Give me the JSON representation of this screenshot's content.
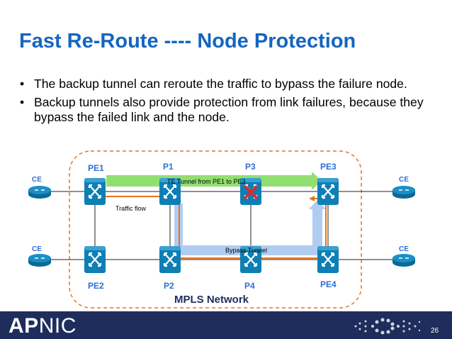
{
  "slide": {
    "title": "Fast Re-Route ---- Node Protection",
    "bullets": [
      "The backup tunnel can reroute the traffic to bypass the failure node.",
      "Backup tunnels also provide protection from link failures, because they bypass the failed link and the node."
    ]
  },
  "diagram": {
    "nodes": {
      "pe1": "PE1",
      "p1": "P1",
      "p3": "P3",
      "pe3": "PE3",
      "pe2": "PE2",
      "p2": "P2",
      "p4": "P4",
      "pe4": "PE4",
      "ce": "CE"
    },
    "te_tunnel_label": "TE Tunnel from PE1 to PE3",
    "traffic_flow_label": "Traffic flow",
    "bypass_tunnel_label": "Bypass Tunnel",
    "network_label": "MPLS Network",
    "colors": {
      "router": "#0d7fb5",
      "te_tunnel": "#7ed957",
      "bypass_tunnel": "#a8c6f0",
      "traffic_flow": "#e8741c",
      "failure": "#d32f2f",
      "boundary": "#e8741c"
    }
  },
  "footer": {
    "logo_bold": "AP",
    "logo_light": "NIC",
    "page_number": "26",
    "colors": {
      "bar": "#1f2d5c"
    }
  }
}
